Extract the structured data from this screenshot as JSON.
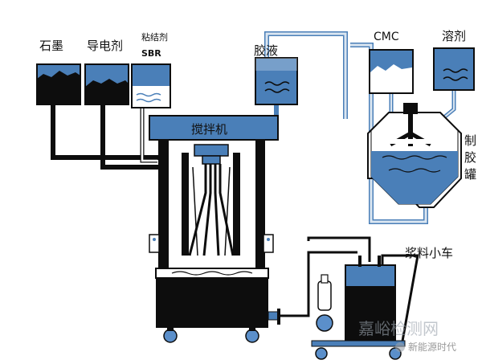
{
  "labels": {
    "graphite": "石墨",
    "conductive_agent": "导电剂",
    "binder": "粘结剂",
    "binder_type": "SBR",
    "glue_solution": "胶液",
    "cmc": "CMC",
    "solvent": "溶剂",
    "mixer": "搅拌机",
    "glue_tank": "制胶罐",
    "slurry_cart": "浆料小车"
  },
  "watermark": {
    "main": "嘉峪检测网",
    "sub": "新能源时代"
  },
  "colors": {
    "blue": "#4a7fb8",
    "dark": "#0d0d0d",
    "wheel": "#5b8fca",
    "pipe_fill": "#dbe6f1"
  }
}
